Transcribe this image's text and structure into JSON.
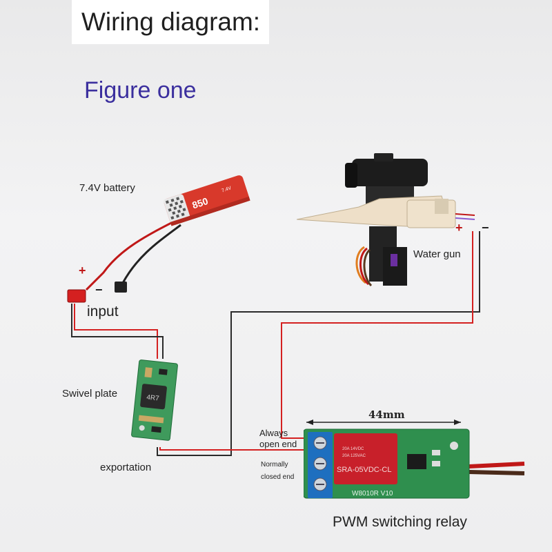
{
  "title": "Wiring diagram:",
  "figure_label": "Figure one",
  "labels": {
    "battery": "7.4V battery",
    "input": "input",
    "swivel_plate": "Swivel plate",
    "exportation": "exportation",
    "water_gun": "Water gun",
    "always_open": "Always\nopen end",
    "normally_closed": "Normally\nclosed end",
    "relay": "PWM switching relay",
    "dimension": "44mm"
  },
  "polarity": {
    "plus": "+",
    "minus": "−"
  },
  "battery_print": {
    "logo": "850",
    "voltage": "7.4V"
  },
  "relay_print": {
    "rating1": "20A 14VDC",
    "rating2": "20A 125VAC",
    "model": "SRA-05VDC-CL",
    "board": "W8010R V10"
  },
  "module_print": {
    "inductor": "4R7"
  },
  "colors": {
    "red_wire": "#d42020",
    "black_wire": "#2a2a2a",
    "battery_body": "#d8392b",
    "relay_block": "#c8202a",
    "terminal_blue": "#1e6fbf",
    "pcb_green": "#2f8f4e",
    "figure_text": "#3b2f9e"
  }
}
